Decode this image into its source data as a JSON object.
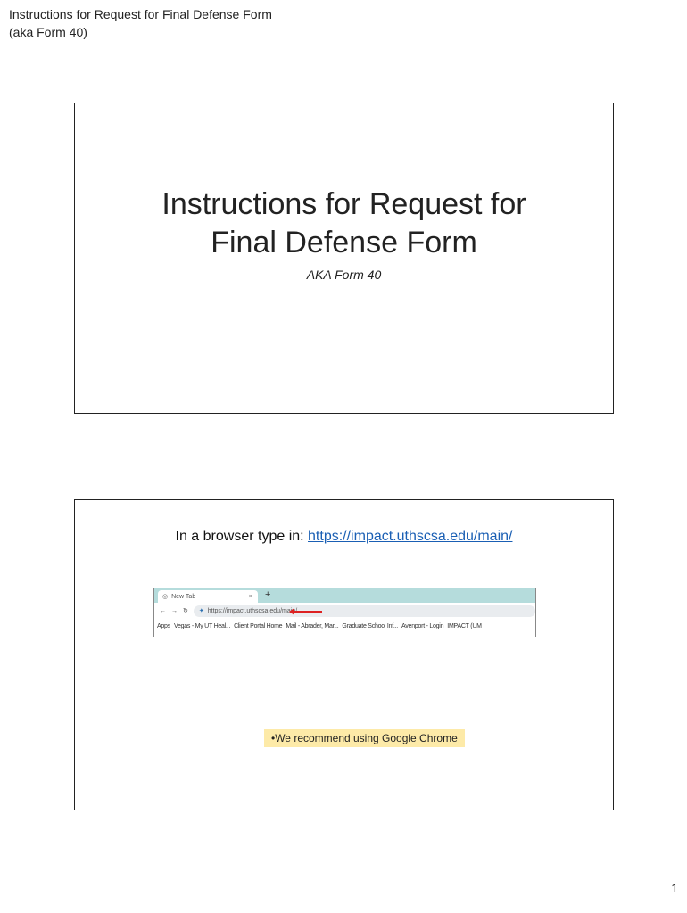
{
  "header": {
    "line1": "Instructions for Request for Final Defense Form",
    "line2": "(aka Form 40)"
  },
  "slide1": {
    "title_line1": "Instructions for Request for",
    "title_line2": "Final Defense Form",
    "subtitle": "AKA Form 40"
  },
  "slide2": {
    "text": "In a browser type in: ",
    "link": "https://impact.uthscsa.edu/main/",
    "browser": {
      "tab": "New Tab",
      "close": "×",
      "new_tab": "+",
      "url": "https://impact.uthscsa.edu/main/",
      "bookmarks": [
        "Apps",
        "Vegas - My UT Heal...",
        "Client Portal Home",
        "Mail - Abrader, Mar...",
        "Graduate School Inf...",
        "Avenport - Login",
        "IMPACT (UM"
      ]
    },
    "note": "•We recommend using Google Chrome"
  },
  "page_number": "1"
}
